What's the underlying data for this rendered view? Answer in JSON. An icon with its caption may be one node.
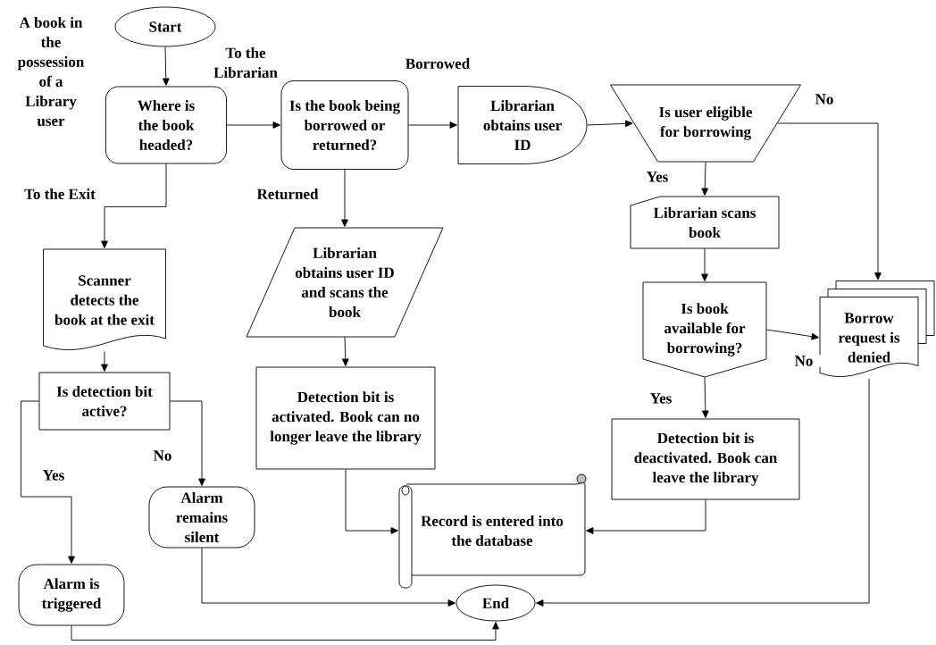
{
  "diagram": {
    "nodes": [
      {
        "text": [
          "Start"
        ]
      },
      {
        "text": [
          "Where is the book headed?"
        ]
      },
      {
        "text": [
          "Is the book being borrowed or returned?"
        ]
      },
      {
        "text": [
          "Librarian obtains user ID"
        ]
      },
      {
        "text": [
          "Is user eligible for borrowing"
        ]
      },
      {
        "text": [
          "Scanner detects the book at the exit"
        ]
      },
      {
        "text": [
          "Librarian obtains user ID and scans the book"
        ]
      },
      {
        "text": [
          "Librarian scans book"
        ]
      },
      {
        "text": [
          "Is book available for borrowing?"
        ]
      },
      {
        "text": [
          "Borrow request is denied"
        ]
      },
      {
        "text": [
          "Is detection bit active?"
        ]
      },
      {
        "text": [
          "Detection bit is activated. Book can no longer leave the library"
        ]
      },
      {
        "text": [
          "Alarm remains silent"
        ]
      },
      {
        "text": [
          "Detection bit is deactivated. Book can leave the library"
        ]
      },
      {
        "text": [
          "Record is entered into the database"
        ]
      },
      {
        "text": [
          "Alarm is triggered"
        ]
      },
      {
        "text": [
          "End"
        ]
      }
    ],
    "edges": [
      {
        "from": 0,
        "to": 1,
        "arrow": "to"
      },
      {
        "from": 1,
        "to": 2,
        "arrow": "to",
        "label": "To the Librarian"
      },
      {
        "from": 1,
        "to": 5,
        "arrow": "to",
        "label": "To the Exit"
      },
      {
        "from": 2,
        "to": 3,
        "arrow": "to",
        "label": "Borrowed"
      },
      {
        "from": 2,
        "to": 6,
        "arrow": "to",
        "label": "Returned"
      },
      {
        "from": 3,
        "to": 4,
        "arrow": "to"
      },
      {
        "from": 4,
        "to": 7,
        "arrow": "to",
        "label": "Yes"
      },
      {
        "from": 4,
        "to": 9,
        "arrow": "to",
        "label": "No"
      },
      {
        "from": 7,
        "to": 8,
        "arrow": "to"
      },
      {
        "from": 8,
        "to": 9,
        "arrow": "to",
        "label": "No"
      },
      {
        "from": 8,
        "to": 13,
        "arrow": "to",
        "label": "Yes"
      },
      {
        "from": 5,
        "to": 10,
        "arrow": "to"
      },
      {
        "from": 10,
        "to": 15,
        "arrow": "to",
        "label": "Yes"
      },
      {
        "from": 10,
        "to": 12,
        "arrow": "to",
        "label": "No"
      },
      {
        "from": 6,
        "to": 11,
        "arrow": "to"
      },
      {
        "from": 11,
        "to": 14,
        "arrow": "to"
      },
      {
        "from": 13,
        "to": 14,
        "arrow": "to"
      },
      {
        "from": 12,
        "to": 16,
        "arrow": "to"
      },
      {
        "from": 15,
        "to": 16,
        "arrow": "to"
      },
      {
        "from": 9,
        "to": 16,
        "arrow": "to"
      }
    ],
    "labels": [
      "A book in the possession of a Library user"
    ]
  }
}
